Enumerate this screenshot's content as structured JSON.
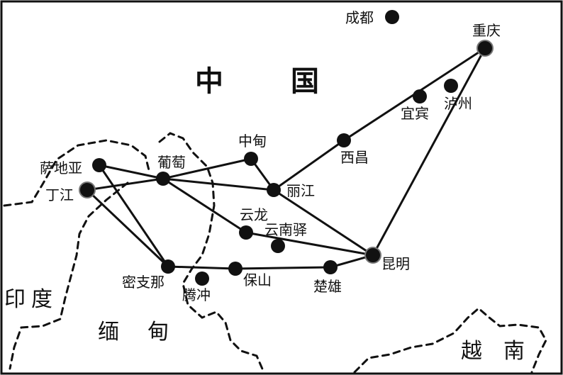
{
  "map": {
    "countries": [
      {
        "id": "china",
        "chars": [
          "中",
          "国"
        ]
      },
      {
        "id": "india",
        "chars": [
          "印",
          "度"
        ]
      },
      {
        "id": "myanmar",
        "chars": [
          "缅",
          "甸"
        ]
      },
      {
        "id": "vietnam",
        "chars": [
          "越",
          "南"
        ]
      }
    ],
    "cities": [
      {
        "id": "chengdu",
        "name": "成都"
      },
      {
        "id": "chongqing",
        "name": "重庆"
      },
      {
        "id": "yibin",
        "name": "宜宾"
      },
      {
        "id": "luzhou",
        "name": "泸州"
      },
      {
        "id": "xichang",
        "name": "西昌"
      },
      {
        "id": "zhongdian",
        "name": "中甸"
      },
      {
        "id": "lijiang",
        "name": "丽江"
      },
      {
        "id": "putao",
        "name": "葡萄"
      },
      {
        "id": "sadiya",
        "name": "萨地亚"
      },
      {
        "id": "dingjiang",
        "name": "丁江"
      },
      {
        "id": "yunlong",
        "name": "云龙"
      },
      {
        "id": "yunnanyi",
        "name": "云南驿"
      },
      {
        "id": "kunming",
        "name": "昆明"
      },
      {
        "id": "myitkyina",
        "name": "密支那"
      },
      {
        "id": "tengchong",
        "name": "腾冲"
      },
      {
        "id": "baoshan",
        "name": "保山"
      },
      {
        "id": "chuxiong",
        "name": "楚雄"
      }
    ],
    "routes": [
      [
        "sadiya",
        "putao"
      ],
      [
        "sadiya",
        "myitkyina"
      ],
      [
        "dingjiang",
        "putao"
      ],
      [
        "dingjiang",
        "myitkyina"
      ],
      [
        "putao",
        "zhongdian"
      ],
      [
        "putao",
        "lijiang"
      ],
      [
        "putao",
        "yunlong"
      ],
      [
        "zhongdian",
        "lijiang"
      ],
      [
        "lijiang",
        "xichang"
      ],
      [
        "xichang",
        "chongqing"
      ],
      [
        "lijiang",
        "kunming"
      ],
      [
        "yunlong",
        "kunming"
      ],
      [
        "kunming",
        "chongqing"
      ],
      [
        "myitkyina",
        "baoshan"
      ],
      [
        "baoshan",
        "chuxiong"
      ],
      [
        "chuxiong",
        "kunming"
      ]
    ]
  }
}
